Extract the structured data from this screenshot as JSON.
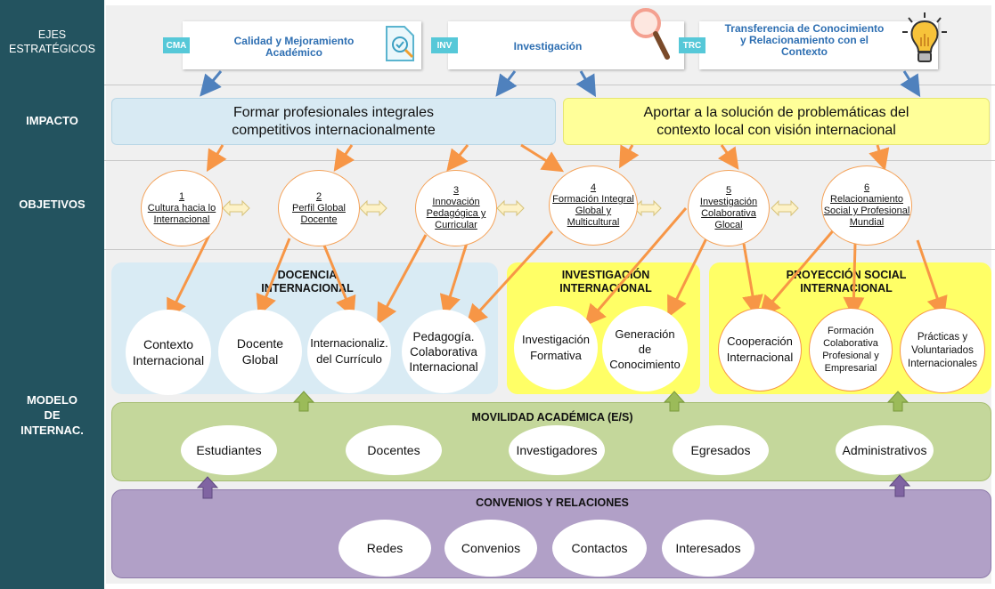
{
  "rows": {
    "ejes": [
      "EJES",
      "ESTRATÉGICOS"
    ],
    "impacto": "IMPACTO",
    "objetivos": "OBJETIVOS",
    "modelo": [
      "MODELO",
      "DE",
      "INTERNAC."
    ]
  },
  "ejes": [
    {
      "tag": "CMA",
      "lines": [
        "Calidad y Mejoramiento",
        "Académico"
      ],
      "icon": "document-check-icon"
    },
    {
      "tag": "INV",
      "lines": [
        "Investigación"
      ],
      "icon": "magnifier-icon"
    },
    {
      "tag": "TRC",
      "lines": [
        "Transferencia de Conocimiento",
        "y Relacionamiento con el",
        "Contexto"
      ],
      "icon": "lightbulb-icon"
    }
  ],
  "impacto": [
    {
      "lines": [
        "Formar profesionales integrales",
        "competitivos internacionalmente"
      ]
    },
    {
      "lines": [
        "Aportar a la solución de problemáticas del",
        "contexto local con visión internacional"
      ]
    }
  ],
  "objetivos": [
    {
      "num": "1",
      "lines": [
        "Cultura hacia lo",
        "Internacional"
      ]
    },
    {
      "num": "2",
      "lines": [
        "Perfil Global",
        "Docente"
      ]
    },
    {
      "num": "3",
      "lines": [
        "Innovación",
        "Pedagógica y",
        "Curricular"
      ]
    },
    {
      "num": "4",
      "lines": [
        "Formación Integral",
        "Global y",
        "Multicultural"
      ]
    },
    {
      "num": "5",
      "lines": [
        "Investigación",
        "Colaborativa",
        "Glocal"
      ]
    },
    {
      "num": "6",
      "lines": [
        "Relacionamiento",
        "Social y Profesional",
        "Mundial"
      ]
    }
  ],
  "panels": [
    {
      "title": [
        "DOCENCIA",
        "INTERNACIONAL"
      ],
      "items": [
        [
          "Contexto",
          "Internacional"
        ],
        [
          "Docente",
          "Global"
        ],
        [
          "Internacionaliz.",
          "del Currículo"
        ],
        [
          "Pedagogía.",
          "Colaborativa",
          "Internacional"
        ]
      ]
    },
    {
      "title": [
        "INVESTIGACIÓN",
        "INTERNACIONAL"
      ],
      "items": [
        [
          "Investigación",
          "Formativa"
        ],
        [
          "Generación",
          "de",
          "Conocimiento"
        ]
      ]
    },
    {
      "title": [
        "PROYECCIÓN SOCIAL",
        "INTERNACIONAL"
      ],
      "items": [
        [
          "Cooperación",
          "Internacional"
        ],
        [
          "Formación",
          "Colaborativa",
          "Profesional y",
          "Empresarial"
        ],
        [
          "Prácticas y",
          "Voluntariados",
          "Internacionales"
        ]
      ]
    }
  ],
  "movilidad": {
    "title": "MOVILIDAD ACADÉMICA (E/S)",
    "items": [
      "Estudiantes",
      "Docentes",
      "Investigadores",
      "Egresados",
      "Administrativos"
    ]
  },
  "convenios": {
    "title": "CONVENIOS Y RELACIONES",
    "items": [
      "Redes",
      "Convenios",
      "Contactos",
      "Interesados"
    ]
  },
  "colors": {
    "row_bg": "#23535f",
    "impact_blue": "#d8eaf3",
    "impact_yellow": "#ffff99",
    "panel_blue": "#d9ebf4",
    "panel_yellow": "#ffff66",
    "movilidad_green": "#c4d79b",
    "convenios_purple": "#b1a0c7",
    "arrow_orange": "#f79646",
    "arrow_blue": "#4f81bd",
    "tag_cyan": "#56c8d8"
  }
}
